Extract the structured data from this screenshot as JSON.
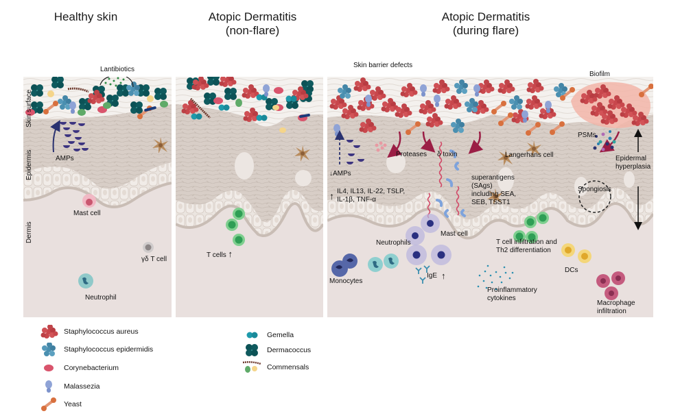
{
  "titles": {
    "healthy": "Healthy skin",
    "nonflare_line1": "Atopic Dermatitis",
    "nonflare_line2": "(non-flare)",
    "flare_line1": "Atopic Dermatitis",
    "flare_line2": "(during flare)"
  },
  "layers": {
    "skin_surface": "Skin surface",
    "epidermis": "Epidermis",
    "dermis": "Dermis"
  },
  "healthy": {
    "lantibiotics": "Lantibiotics",
    "amps": "AMPs",
    "mast_cell": "Mast cell",
    "gd_t_cell": "γδ T cell",
    "neutrophil": "Neutrophil"
  },
  "nonflare": {
    "t_cells": "T cells",
    "t_cells_arrow": "↑"
  },
  "flare": {
    "skin_barrier_defects": "Skin barrier defects",
    "biofilm": "Biofilm",
    "proteases": "Proteases",
    "delta_toxin": "δ toxin",
    "amps_down": "↓AMPs",
    "cytokines_up_arrow": "↑",
    "cytokines_line1": "IL4, IL13, IL-22, TSLP,",
    "cytokines_line2": "IL-1β, TNF-α",
    "superantigens_line1": "superantigens",
    "superantigens_line2": "(SAgs)",
    "superantigens_line3": "including SEA,",
    "superantigens_line4": "SEB, TSST1",
    "langerhans": "Langerhans cell",
    "psms": "PSMs",
    "epidermal_line1": "Epidermal",
    "epidermal_line2": "hyperplasia",
    "spongiosis": "Spongiosis",
    "mast_cell": "Mast cell",
    "neutrophils": "Neutrophils",
    "monocytes": "Monocytes",
    "ige": "IgE",
    "ige_arrow": "↑",
    "tcell_line1": "T cell infiltration and",
    "tcell_line2": "Th2 differentiation",
    "dcs": "DCs",
    "proinflam_line1": "Proinflammatory",
    "proinflam_line2": "cytokines",
    "macrophage_line1": "Macrophage",
    "macrophage_line2": "infiltration"
  },
  "legend": {
    "left": [
      {
        "label": "Staphylococcus aureus",
        "icon": "staph-aureus-icon",
        "color": "#c8474c"
      },
      {
        "label": "Staphylococcus epidermidis",
        "icon": "staph-epidermidis-icon",
        "color": "#4a8fb0"
      },
      {
        "label": "Corynebacterium",
        "icon": "corynebacterium-icon",
        "color": "#d9546c"
      },
      {
        "label": "Malassezia",
        "icon": "malassezia-icon",
        "color": "#8fa3d6"
      },
      {
        "label": "Yeast",
        "icon": "yeast-icon",
        "color": "#d8703e"
      }
    ],
    "right": [
      {
        "label": "Gemella",
        "icon": "gemella-icon",
        "color": "#1e9aab"
      },
      {
        "label": "Dermacoccus",
        "icon": "dermacoccus-icon",
        "color": "#0c5256"
      },
      {
        "label": "Commensals",
        "icon": "commensals-icon",
        "color": "#6e3a2e"
      }
    ]
  },
  "colors": {
    "dermis_bg": "#e9e0de",
    "epidermis": "#d9d0c9",
    "surface": "#f3efec",
    "arrow_red": "#9b1e45",
    "arrow_navy": "#2a3270",
    "amp_purple": "#3c3480",
    "tcell_green": "#2f9e55",
    "dc_yellow": "#e8b62f",
    "macrophage": "#c45b7e"
  }
}
